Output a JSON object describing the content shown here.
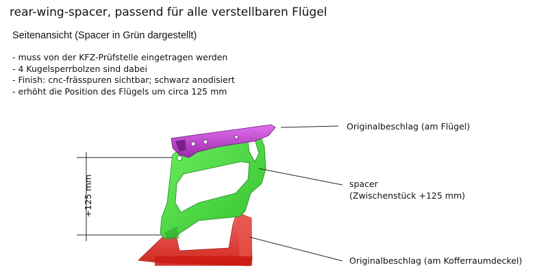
{
  "header": {
    "title": "rear-wing-spacer, passend für alle verstellbaren Flügel",
    "subtitle": "Seitenansicht (Spacer in Grün dargestellt)"
  },
  "notes": [
    "- muss von der KFZ-Prüfstelle eingetragen werden",
    "- 4 Kugelsperrbolzen sind dabei",
    "- Finish: cnc-frässpuren sichtbar; schwarz anodisiert",
    "- erhöht die Position des Flügels um circa 125 mm"
  ],
  "diagram": {
    "dimension_label": "+125 mm",
    "callouts": {
      "top_bracket": "Originalbeschlag (am Flügel)",
      "spacer_line1": "spacer",
      "spacer_line2": "(Zwischenstück +125 mm)",
      "bottom_bracket": "Originalbeschlag (am Kofferraumdeckel)"
    },
    "colors": {
      "spacer": "#4ee048",
      "top_bracket": "#d44ee0",
      "bottom_bracket": "#e8443c"
    }
  }
}
